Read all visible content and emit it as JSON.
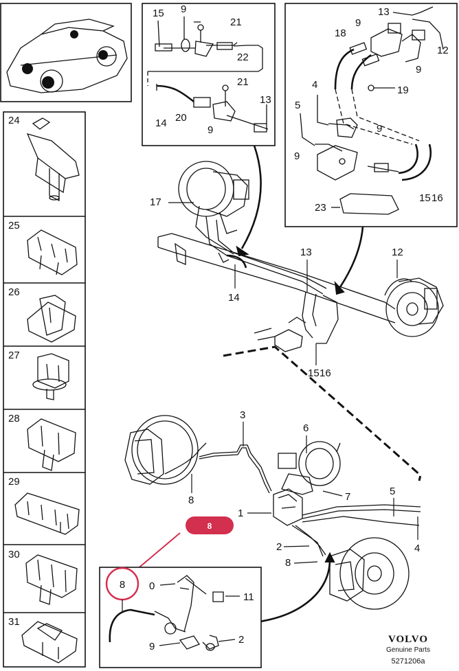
{
  "brand": {
    "name": "VOLVO",
    "tagline": "Genuine Parts",
    "code": "5271206a"
  },
  "highlight": {
    "badge": "8",
    "circled": "8",
    "color": "#d32f4e"
  },
  "side_clips": [
    "24",
    "25",
    "26",
    "27",
    "28",
    "29",
    "30",
    "31"
  ],
  "box_rear_left": {
    "labels": [
      "15",
      "9",
      "21",
      "22",
      "21",
      "20",
      "9",
      "13",
      "14"
    ]
  },
  "box_rear_right": {
    "labels": [
      "13",
      "9",
      "18",
      "12",
      "9",
      "19",
      "4",
      "5",
      "9",
      "9",
      "15",
      "16",
      "23"
    ]
  },
  "rear_axle": {
    "labels": [
      "17",
      "14",
      "13",
      "12",
      "15",
      "16"
    ]
  },
  "front": {
    "labels": [
      "3",
      "6",
      "8",
      "7",
      "1",
      "5",
      "2",
      "8",
      "4"
    ]
  },
  "box_front_detail": {
    "labels": [
      "0",
      "11",
      "9",
      "2"
    ]
  }
}
